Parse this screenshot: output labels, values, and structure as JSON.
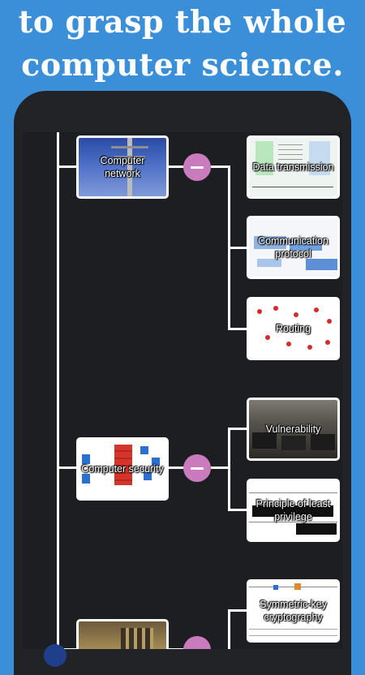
{
  "headline": {
    "line1": "to grasp the whole",
    "line2": "computer science."
  },
  "topics": [
    {
      "label": "Computer network",
      "children": [
        "Data transmission",
        "Communication protocol",
        "Routing"
      ]
    },
    {
      "label": "Computer security",
      "children": [
        "Vulnerability",
        "Principle of least privilege"
      ]
    },
    {
      "label": "",
      "children": [
        "Symmetric-key cryptography"
      ]
    }
  ],
  "colors": {
    "background": "#3b8fd9",
    "phone_frame": "#222327",
    "screen": "#1d1e22",
    "toggle": "#c97bbd",
    "connector": "#ffffff"
  },
  "icons": {
    "toggle": "minus-icon"
  }
}
